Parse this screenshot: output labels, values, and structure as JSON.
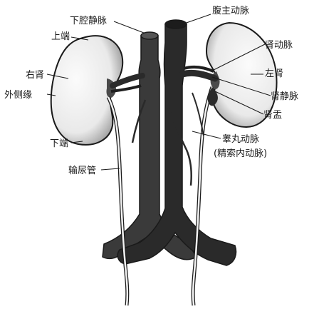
{
  "labels": {
    "ivc": "下腔静脉",
    "aorta": "腹主动脉",
    "upper_pole": "上端",
    "right_kidney": "右肾",
    "lateral_border": "外侧缘",
    "lower_pole": "下端",
    "ureter": "输尿管",
    "renal_artery": "肾动脉",
    "left_kidney": "左肾",
    "renal_vein": "肾静脉",
    "renal_pelvis": "肾盂",
    "testicular_artery": "睾丸动脉",
    "spermatic_artery": "(精索内动脉)"
  },
  "colors": {
    "vessel": "#3a3a3a",
    "vessel_dark": "#1c1c1c",
    "outline": "#1a1a1a",
    "kidney_fill": "#f4f4f4"
  }
}
